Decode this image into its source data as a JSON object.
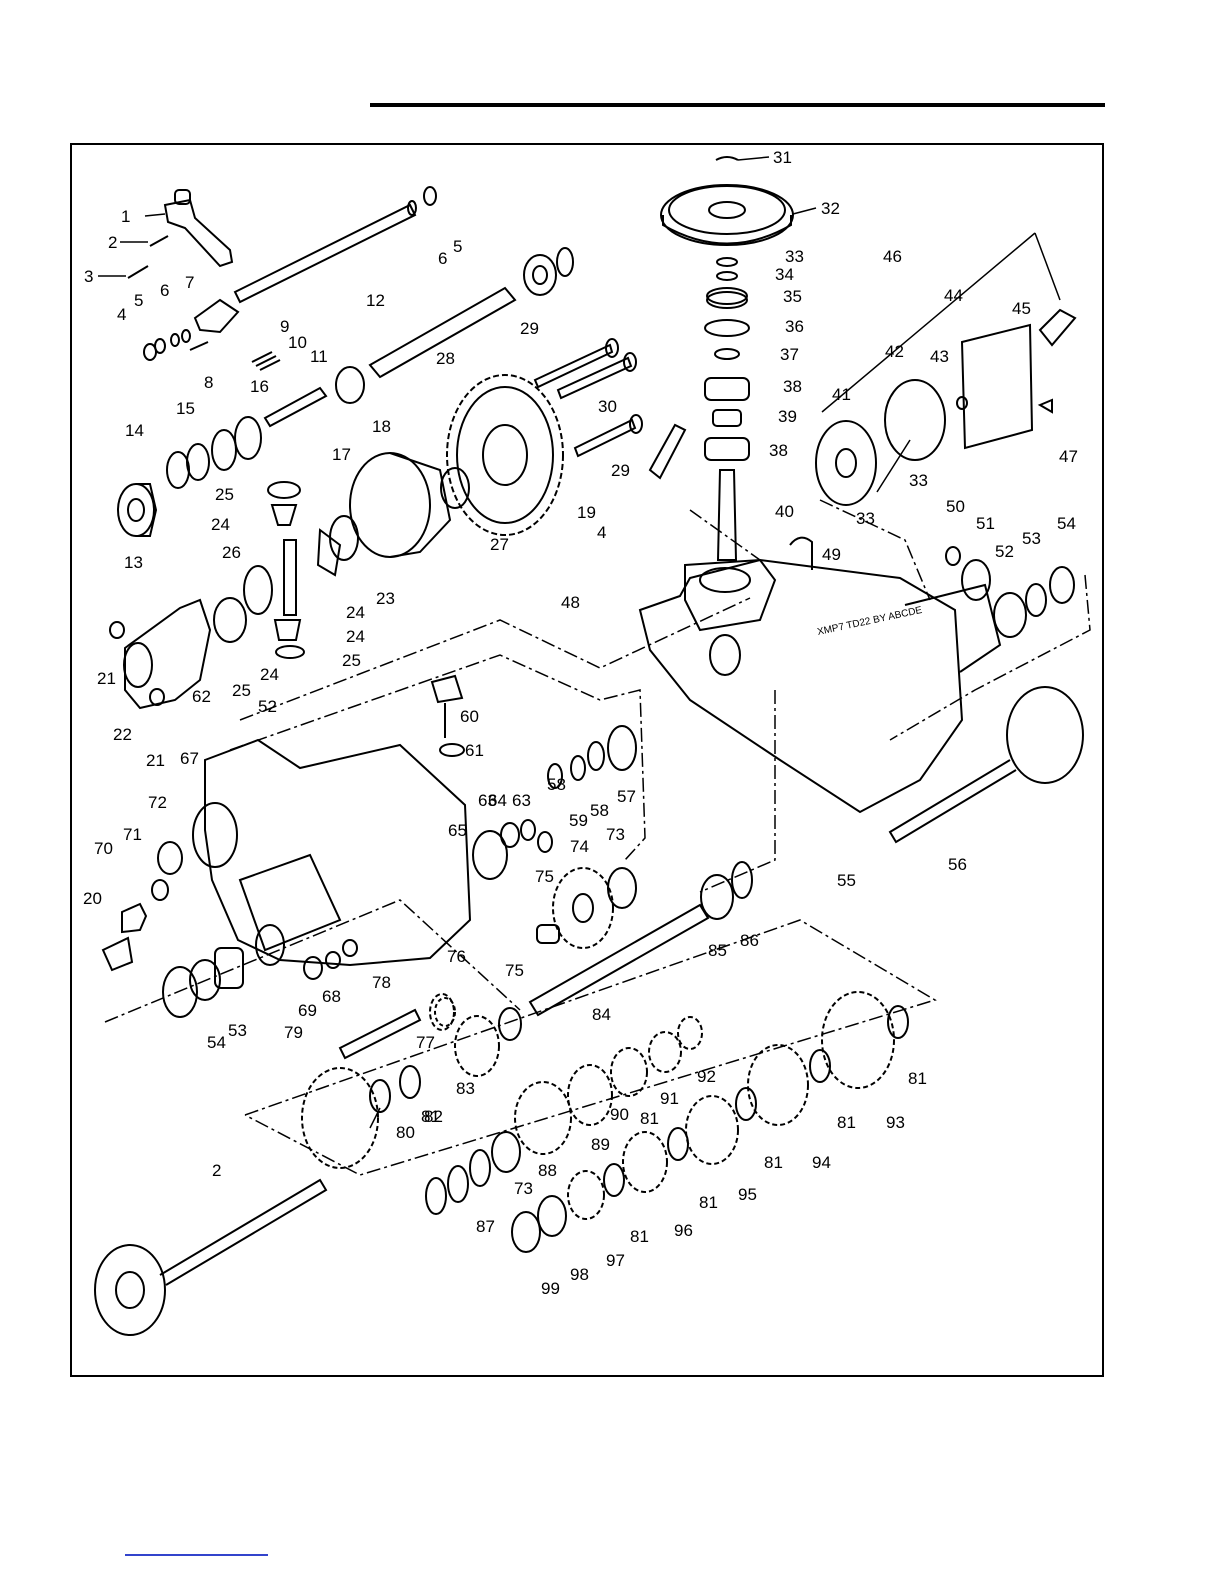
{
  "figure": {
    "callouts": [
      {
        "id": "c1",
        "text": "1"
      },
      {
        "id": "c2a",
        "text": "2"
      },
      {
        "id": "c3",
        "text": "3"
      },
      {
        "id": "c4a",
        "text": "4"
      },
      {
        "id": "c5a",
        "text": "5"
      },
      {
        "id": "c6a",
        "text": "6"
      },
      {
        "id": "c7",
        "text": "7"
      },
      {
        "id": "c8",
        "text": "8"
      },
      {
        "id": "c9",
        "text": "9"
      },
      {
        "id": "c10",
        "text": "10"
      },
      {
        "id": "c11",
        "text": "11"
      },
      {
        "id": "c12",
        "text": "12"
      },
      {
        "id": "c6b",
        "text": "6"
      },
      {
        "id": "c5b",
        "text": "5"
      },
      {
        "id": "c13",
        "text": "13"
      },
      {
        "id": "c14",
        "text": "14"
      },
      {
        "id": "c15",
        "text": "15"
      },
      {
        "id": "c16",
        "text": "16"
      },
      {
        "id": "c17",
        "text": "17"
      },
      {
        "id": "c18",
        "text": "18"
      },
      {
        "id": "c19",
        "text": "19"
      },
      {
        "id": "c4b",
        "text": "4"
      },
      {
        "id": "c20",
        "text": "20"
      },
      {
        "id": "c21a",
        "text": "21"
      },
      {
        "id": "c21b",
        "text": "21"
      },
      {
        "id": "c22",
        "text": "22"
      },
      {
        "id": "c23",
        "text": "23"
      },
      {
        "id": "c24a",
        "text": "24"
      },
      {
        "id": "c24b",
        "text": "24"
      },
      {
        "id": "c24c",
        "text": "24"
      },
      {
        "id": "c24d",
        "text": "24"
      },
      {
        "id": "c25a",
        "text": "25"
      },
      {
        "id": "c25b",
        "text": "25"
      },
      {
        "id": "c25c",
        "text": "25"
      },
      {
        "id": "c26",
        "text": "26"
      },
      {
        "id": "c27",
        "text": "27"
      },
      {
        "id": "c28",
        "text": "28"
      },
      {
        "id": "c29a",
        "text": "29"
      },
      {
        "id": "c29b",
        "text": "29"
      },
      {
        "id": "c30",
        "text": "30"
      },
      {
        "id": "c31",
        "text": "31"
      },
      {
        "id": "c32",
        "text": "32"
      },
      {
        "id": "c33a",
        "text": "33"
      },
      {
        "id": "c33b",
        "text": "33"
      },
      {
        "id": "c33c",
        "text": "33"
      },
      {
        "id": "c34",
        "text": "34"
      },
      {
        "id": "c35",
        "text": "35"
      },
      {
        "id": "c36",
        "text": "36"
      },
      {
        "id": "c37",
        "text": "37"
      },
      {
        "id": "c38a",
        "text": "38"
      },
      {
        "id": "c38b",
        "text": "38"
      },
      {
        "id": "c39",
        "text": "39"
      },
      {
        "id": "c40",
        "text": "40"
      },
      {
        "id": "c41",
        "text": "41"
      },
      {
        "id": "c42",
        "text": "42"
      },
      {
        "id": "c43",
        "text": "43"
      },
      {
        "id": "c44",
        "text": "44"
      },
      {
        "id": "c45",
        "text": "45"
      },
      {
        "id": "c46",
        "text": "46"
      },
      {
        "id": "c47",
        "text": "47"
      },
      {
        "id": "c48",
        "text": "48"
      },
      {
        "id": "c49",
        "text": "49"
      },
      {
        "id": "c50",
        "text": "50"
      },
      {
        "id": "c51",
        "text": "51"
      },
      {
        "id": "c52a",
        "text": "52"
      },
      {
        "id": "c52b",
        "text": "52"
      },
      {
        "id": "c53a",
        "text": "53"
      },
      {
        "id": "c53b",
        "text": "53"
      },
      {
        "id": "c54a",
        "text": "54"
      },
      {
        "id": "c54b",
        "text": "54"
      },
      {
        "id": "c55",
        "text": "55"
      },
      {
        "id": "c56",
        "text": "56"
      },
      {
        "id": "c57",
        "text": "57"
      },
      {
        "id": "c58a",
        "text": "58"
      },
      {
        "id": "c58b",
        "text": "58"
      },
      {
        "id": "c59",
        "text": "59"
      },
      {
        "id": "c60",
        "text": "60"
      },
      {
        "id": "c61",
        "text": "61"
      },
      {
        "id": "c62",
        "text": "62"
      },
      {
        "id": "c63a",
        "text": "63"
      },
      {
        "id": "c63b",
        "text": "63"
      },
      {
        "id": "c64",
        "text": "64"
      },
      {
        "id": "c65",
        "text": "65"
      },
      {
        "id": "c67",
        "text": "67"
      },
      {
        "id": "c68",
        "text": "68"
      },
      {
        "id": "c69",
        "text": "69"
      },
      {
        "id": "c70",
        "text": "70"
      },
      {
        "id": "c71",
        "text": "71"
      },
      {
        "id": "c72",
        "text": "72"
      },
      {
        "id": "c73a",
        "text": "73"
      },
      {
        "id": "c73b",
        "text": "73"
      },
      {
        "id": "c74",
        "text": "74"
      },
      {
        "id": "c75a",
        "text": "75"
      },
      {
        "id": "c75b",
        "text": "75"
      },
      {
        "id": "c76",
        "text": "76"
      },
      {
        "id": "c77",
        "text": "77"
      },
      {
        "id": "c78",
        "text": "78"
      },
      {
        "id": "c79",
        "text": "79"
      },
      {
        "id": "c80",
        "text": "80"
      },
      {
        "id": "c81a",
        "text": "81"
      },
      {
        "id": "c81b",
        "text": "81"
      },
      {
        "id": "c81c",
        "text": "81"
      },
      {
        "id": "c81d",
        "text": "81"
      },
      {
        "id": "c81e",
        "text": "81"
      },
      {
        "id": "c81f",
        "text": "81"
      },
      {
        "id": "c81g",
        "text": "81"
      },
      {
        "id": "c82",
        "text": "82"
      },
      {
        "id": "c83",
        "text": "83"
      },
      {
        "id": "c84",
        "text": "84"
      },
      {
        "id": "c85",
        "text": "85"
      },
      {
        "id": "c86",
        "text": "86"
      },
      {
        "id": "c87",
        "text": "87"
      },
      {
        "id": "c88",
        "text": "88"
      },
      {
        "id": "c89",
        "text": "89"
      },
      {
        "id": "c90",
        "text": "90"
      },
      {
        "id": "c91",
        "text": "91"
      },
      {
        "id": "c92",
        "text": "92"
      },
      {
        "id": "c93",
        "text": "93"
      },
      {
        "id": "c94",
        "text": "94"
      },
      {
        "id": "c95",
        "text": "95"
      },
      {
        "id": "c96",
        "text": "96"
      },
      {
        "id": "c97",
        "text": "97"
      },
      {
        "id": "c98",
        "text": "98"
      },
      {
        "id": "c99",
        "text": "99"
      },
      {
        "id": "c2b",
        "text": "2"
      }
    ],
    "casting_marking": "XMP7 TD22 BY ABCDE"
  }
}
